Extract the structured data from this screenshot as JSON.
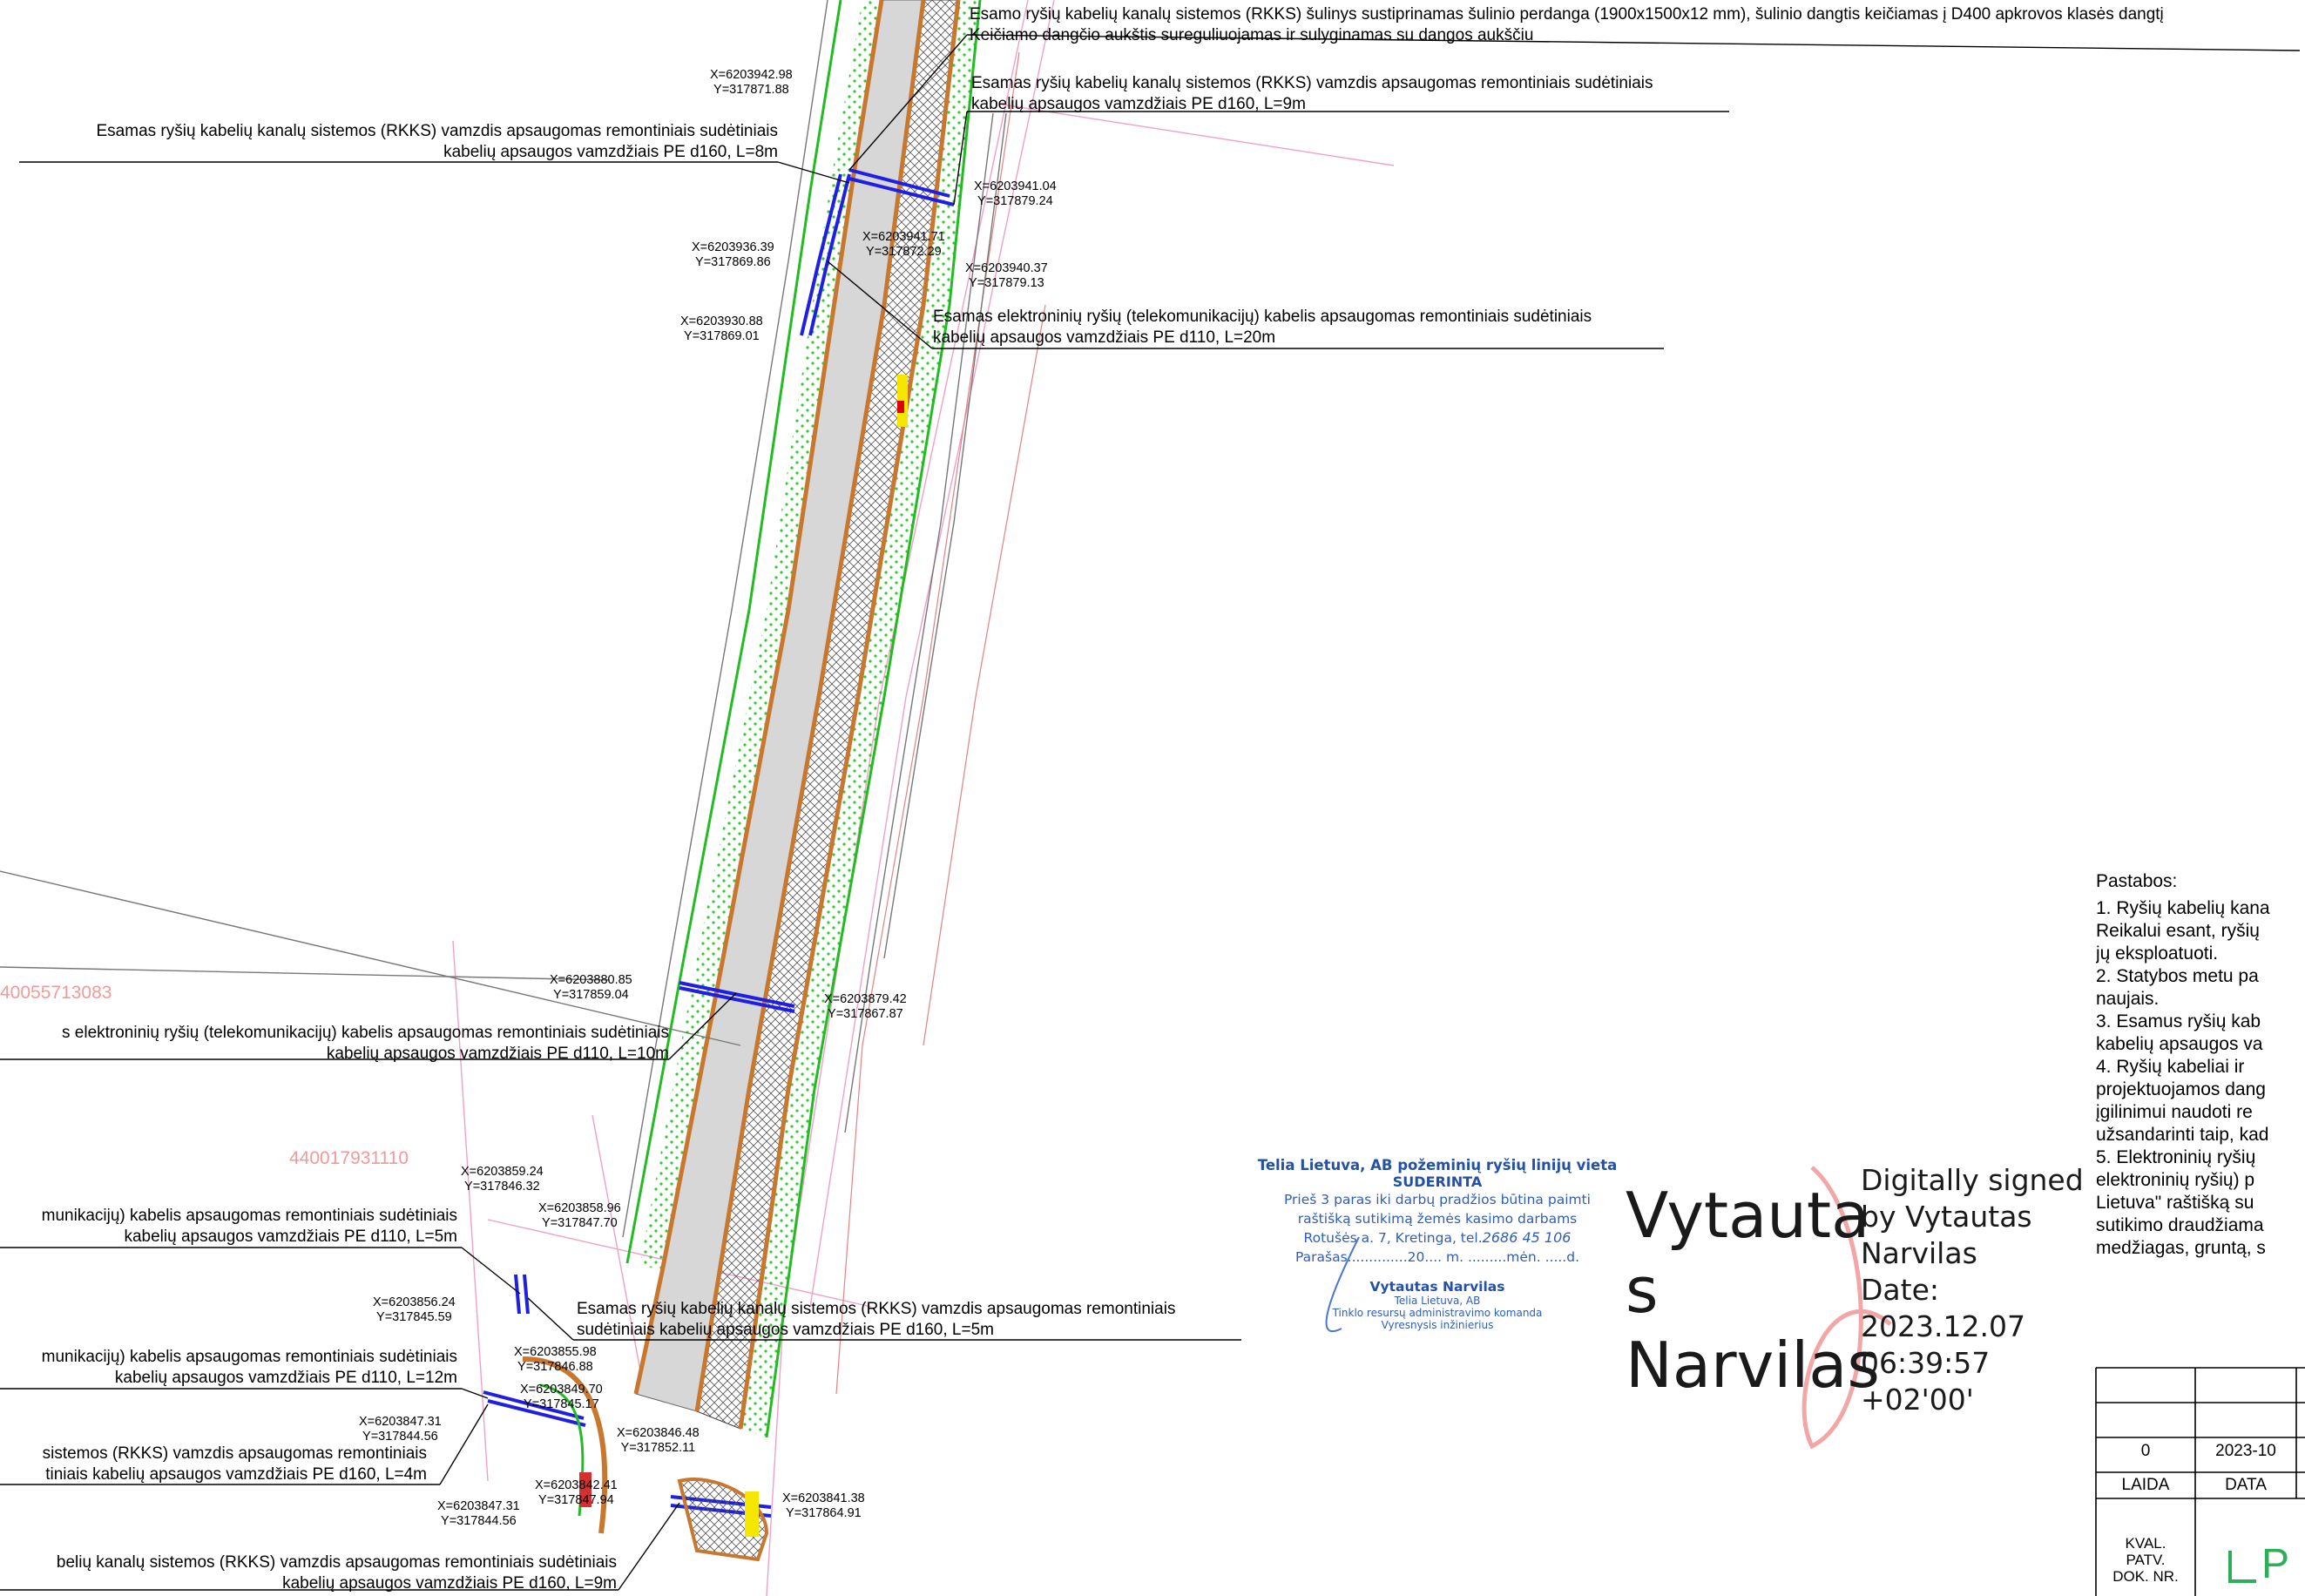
{
  "annotations": {
    "a1_line1": "Esamo ryšių kabelių kanalų sistemos (RKKS) šulinys sustiprinamas šulinio perdanga (1900x1500x12 mm), šulinio dangtis keičiamas į D400 apkrovos klasės dangtį",
    "a1_line2": "Keičiamo dangčio aukštis sureguliuojamas ir sulyginamas su dangos aukščiu",
    "a2_line1": "Esamas ryšių kabelių kanalų sistemos (RKKS) vamzdis apsaugomas remontiniais sudėtiniais",
    "a2_line2": "kabelių apsaugos vamzdžiais PE d160, L=9m",
    "a3_line1": "Esamas ryšių kabelių kanalų sistemos (RKKS) vamzdis apsaugomas remontiniais sudėtiniais",
    "a3_line2": "kabelių apsaugos vamzdžiais PE d160, L=8m",
    "a4_line1": "Esamas elektroninių ryšių (telekomunikacijų) kabelis apsaugomas remontiniais sudėtiniais",
    "a4_line2": "kabelių apsaugos vamzdžiais PE d110, L=20m",
    "a5_line1": "s elektroninių ryšių (telekomunikacijų) kabelis apsaugomas remontiniais sudėtiniais",
    "a5_line2": "kabelių apsaugos vamzdžiais PE d110, L=10m",
    "a6_line1": "munikacijų) kabelis apsaugomas remontiniais sudėtiniais",
    "a6_line2": "kabelių apsaugos vamzdžiais PE d110, L=5m",
    "a7_line1": "Esamas ryšių kabelių kanalų sistemos (RKKS) vamzdis apsaugomas remontiniais",
    "a7_line2": "sudėtiniais kabelių apsaugos vamzdžiais PE d160, L=5m",
    "a8_line1": "munikacijų) kabelis apsaugomas remontiniais sudėtiniais",
    "a8_line2": "kabelių apsaugos vamzdžiais PE d110, L=12m",
    "a9_line1": "sistemos (RKKS) vamzdis apsaugomas remontiniais",
    "a9_line2": "tiniais kabelių apsaugos vamzdžiais PE d160, L=4m",
    "a10_line1": "belių kanalų sistemos (RKKS) vamzdis apsaugomas remontiniais sudėtiniais",
    "a10_line2": "kabelių apsaugos vamzdžiais PE d160, L=9m"
  },
  "coordinates": [
    "X=6203942.98\nY=317871.88",
    "X=6203941.04\nY=317879.24",
    "X=6203936.39\nY=317869.86",
    "X=6203941.71\nY=317872.29",
    "X=6203940.37\nY=317879.13",
    "X=6203930.88\nY=317869.01",
    "X=6203880.85\nY=317859.04",
    "X=6203879.42\nY=317867.87",
    "X=6203859.24\nY=317846.32",
    "X=6203858.96\nY=317847.70",
    "X=6203856.24\nY=317845.59",
    "X=6203855.98\nY=317846.88",
    "X=6203849.70\nY=317845.17",
    "X=6203847.31\nY=317844.56",
    "X=6203846.48\nY=317852.11",
    "X=6203842.41\nY=317847.94",
    "X=6203847.31\nY=317844.56",
    "X=6203841.38\nY=317864.91"
  ],
  "parcels": [
    "40055713083",
    "440017931110"
  ],
  "notes": {
    "title": "Pastabos:",
    "lines": [
      "1. Ryšių kabelių kana",
      "Reikalui esant, ryšių",
      "jų eksploatuoti.",
      "2. Statybos metu pa",
      "naujais.",
      "3. Esamus ryšių kab",
      "kabelių apsaugos va",
      "4. Ryšių kabeliai ir",
      "projektuojamos dang",
      "įgilinimui naudoti re",
      "užsandarinti taip, kad",
      "5. Elektroninių ryšių",
      "elektroninių ryšių) p",
      "Lietuva\" raštišką su",
      "sutikimo draudžiama",
      "medžiagas, gruntą, s"
    ]
  },
  "stamp": {
    "title": "Telia Lietuva, AB požeminių ryšių linijų vieta",
    "status": "SUDERINTA",
    "line1": "Prieš 3 paras iki darbų pradžios būtina paimti",
    "line2": "raštišką sutikimą žemės kasimo darbams",
    "line3": "Rotušės a. 7, Kretinga, tel.",
    "phone": "2686 45 106",
    "line4": "Parašas..............20.... m. .........mėn. .....d.",
    "name": "Vytautas Narvilas",
    "org": "Telia Lietuva, AB",
    "team": "Tinklo resursų administravimo komanda",
    "position": "Vyresnysis inžinierius"
  },
  "signature": {
    "name_lines": [
      "Vytauta",
      "s",
      "Narvilas"
    ],
    "detail_lines": [
      "Digitally signed",
      "by Vytautas",
      "Narvilas",
      "Date:",
      "2023.12.07",
      "06:39:57",
      "+02'00'"
    ]
  },
  "title_block": {
    "laida_value": "0",
    "data_value": "2023-10",
    "laida_label": "LAIDA",
    "data_label": "DATA",
    "kval_lines": [
      "KVAL.",
      "PATV.",
      "DOK. NR."
    ],
    "logo_letter": "P"
  },
  "colors": {
    "road_fill": "#d7d7d7",
    "curb": "#c8782e",
    "green": "#2ecc2e",
    "cable_blue": "#1e1ee6",
    "pink": "#f0a0c8",
    "red": "#e05050"
  }
}
